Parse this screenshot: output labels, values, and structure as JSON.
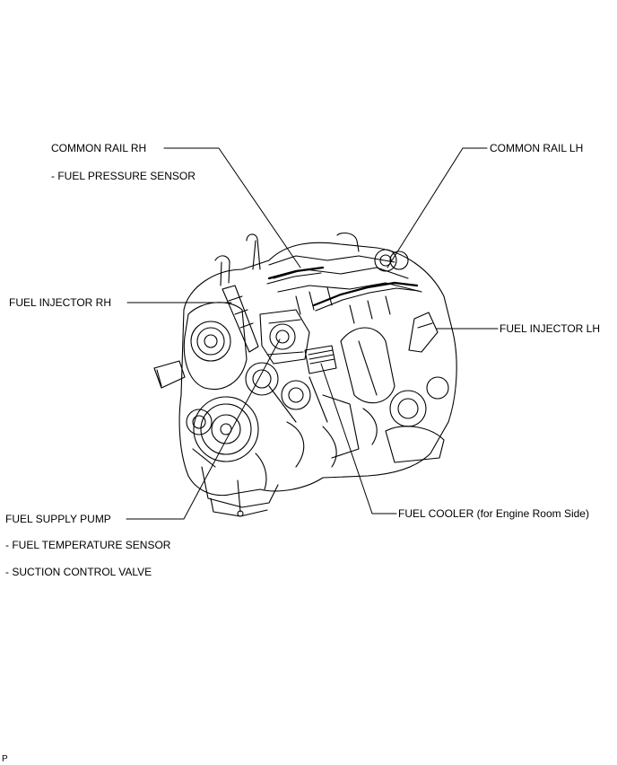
{
  "labels": {
    "common_rail_rh": "COMMON RAIL RH",
    "fuel_pressure_sensor": "- FUEL PRESSURE SENSOR",
    "common_rail_lh": "COMMON RAIL LH",
    "fuel_injector_rh": "FUEL INJECTOR RH",
    "fuel_injector_lh": "FUEL INJECTOR LH",
    "fuel_supply_pump": "FUEL SUPPLY PUMP",
    "fuel_temperature_sensor": "- FUEL TEMPERATURE SENSOR",
    "suction_control_valve": "- SUCTION CONTROL VALVE",
    "fuel_cooler": "FUEL COOLER (for Engine Room Side)"
  },
  "footer": {
    "code": "P"
  }
}
